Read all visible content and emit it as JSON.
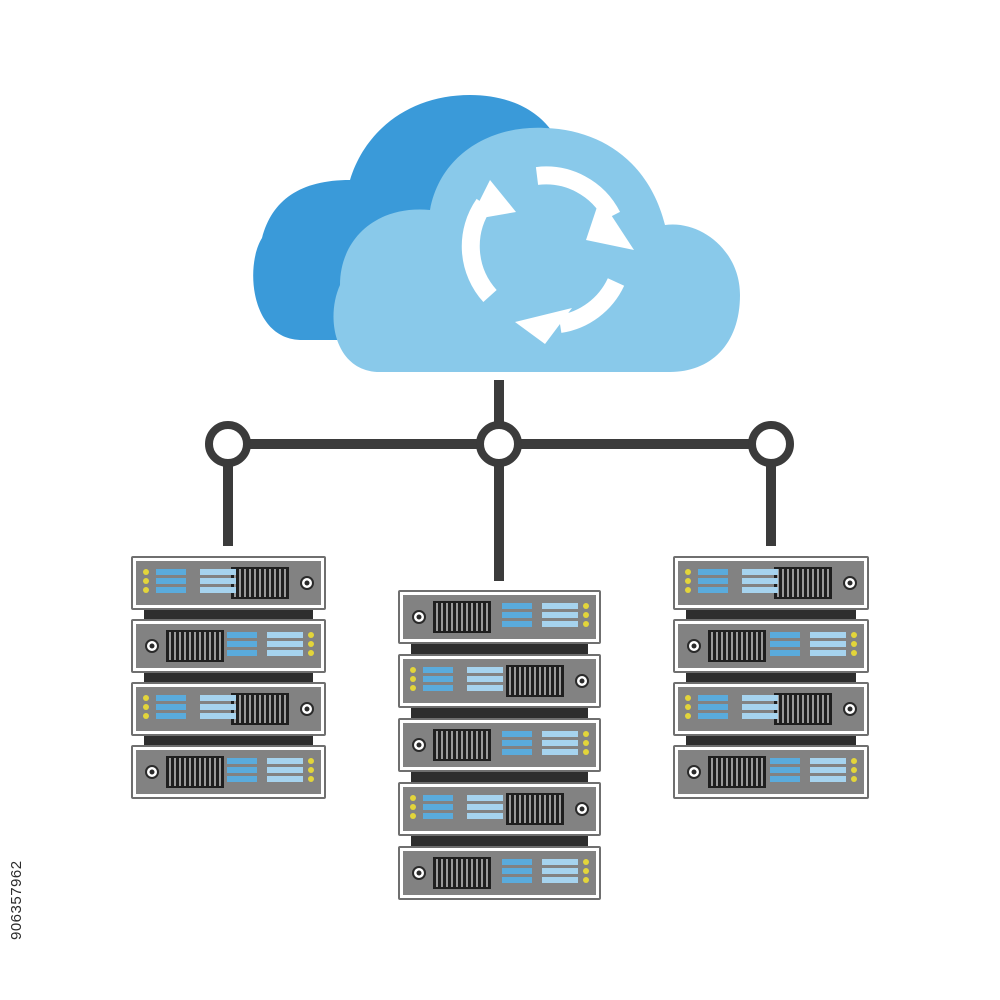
{
  "stock_id": "906357962",
  "colors": {
    "cloud_back": "#3a9ad9",
    "cloud_front": "#89c9ea",
    "arrows": "#ffffff",
    "lines": "#3b3b3b",
    "server_body": "#828282",
    "server_face": "#555555",
    "server_blue": "#5aabdc",
    "led": "#e3d53a"
  },
  "icons": {
    "cloud": "cloud-sync-icon",
    "sync": "circular-arrows-icon",
    "server": "server-rack-icon"
  },
  "racks": [
    {
      "name": "left",
      "units": 4
    },
    {
      "name": "center",
      "units": 5
    },
    {
      "name": "right",
      "units": 4
    }
  ]
}
